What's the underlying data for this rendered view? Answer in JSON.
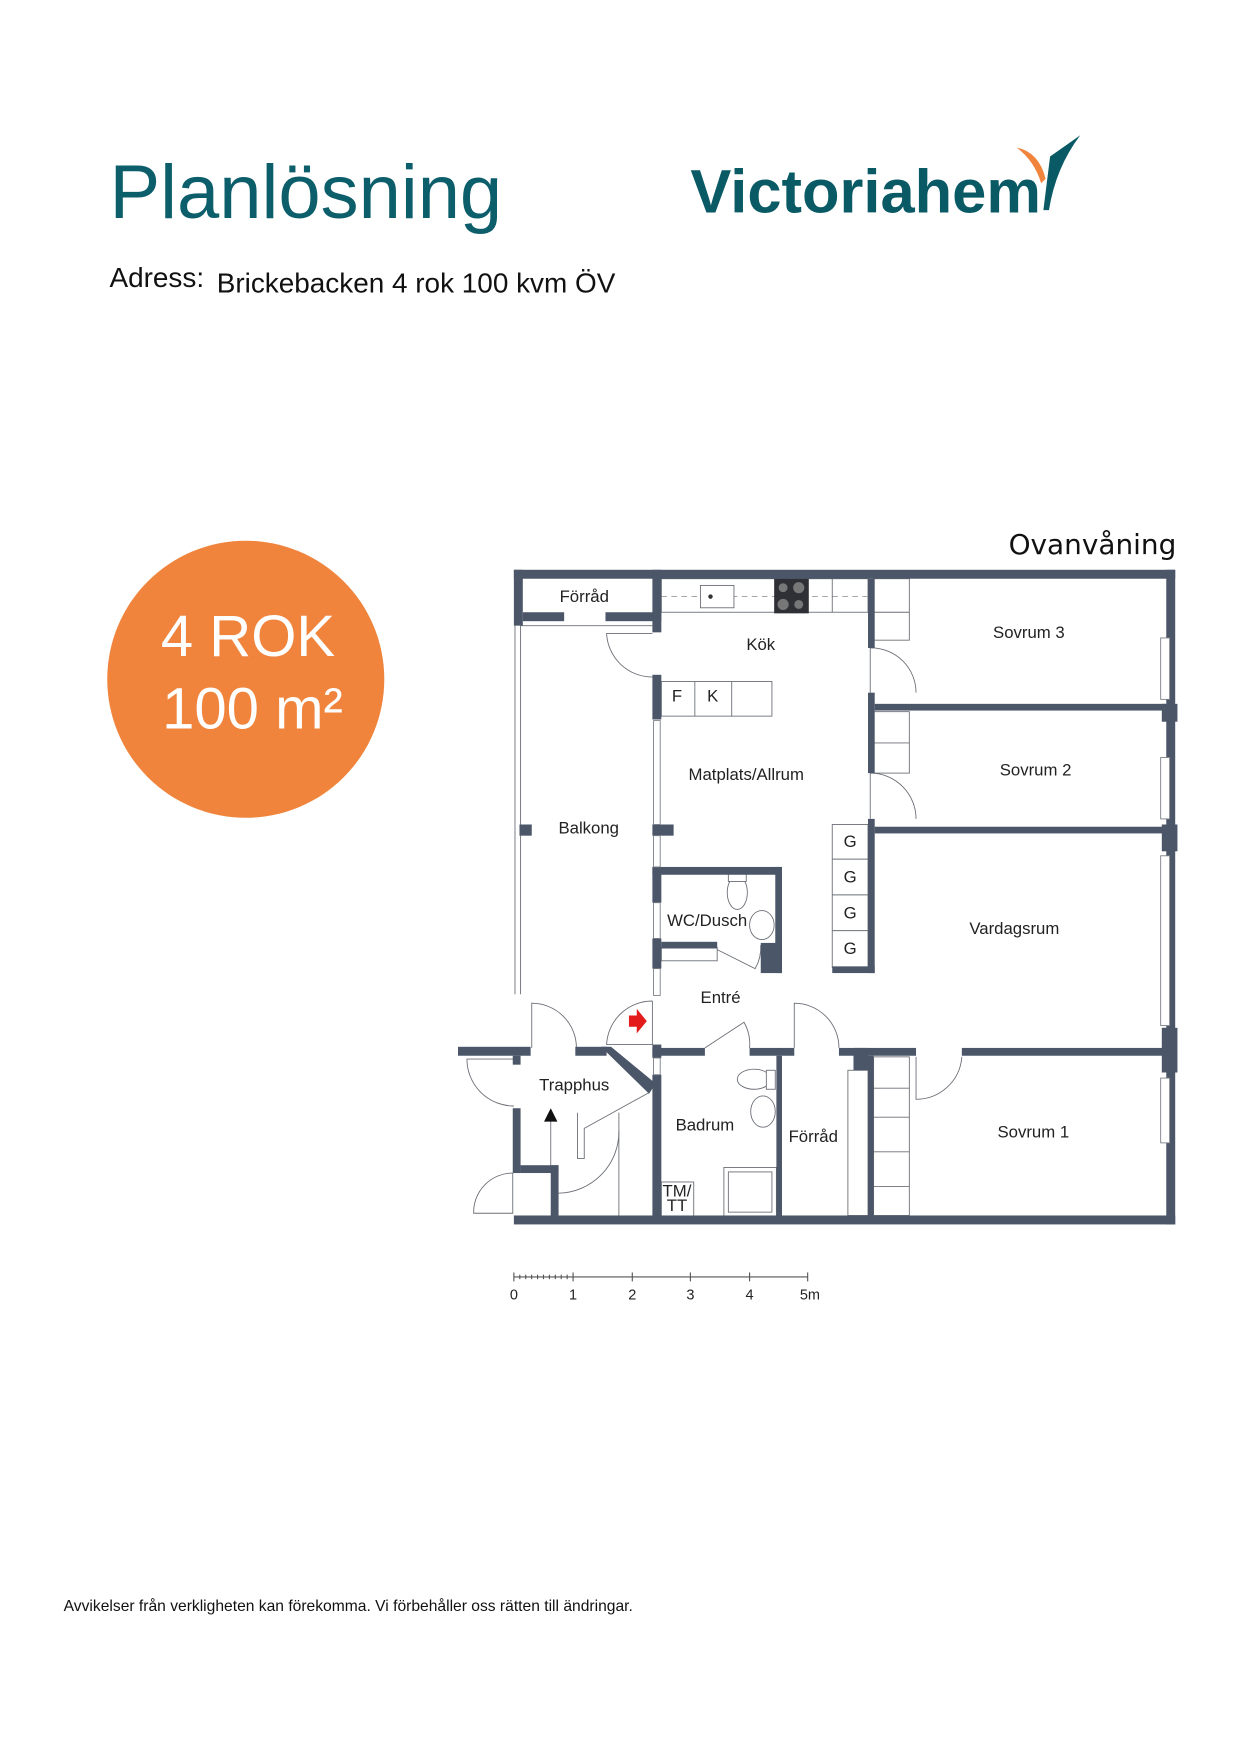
{
  "header": {
    "title": "Planlösning",
    "logo_text": "Victoriahem",
    "address_label": "Adress:",
    "address_value": "Brickebacken 4 rok 100  kvm ÖV"
  },
  "badge": {
    "line1": "4 ROK",
    "line2": "100 m²",
    "color": "#f0843c"
  },
  "plan": {
    "floor_label": "Ovanvåning",
    "rooms": {
      "forrad_top": "Förråd",
      "kok": "Kök",
      "sovrum3": "Sovrum 3",
      "sovrum2": "Sovrum 2",
      "matplats": "Matplats/Allrum",
      "balkong": "Balkong",
      "vardagsrum": "Vardagsrum",
      "wc": "WC/Dusch",
      "entre": "Entré",
      "trapphus": "Trapphus",
      "badrum": "Badrum",
      "forrad_bottom": "Förråd",
      "sovrum1": "Sovrum 1"
    },
    "fixtures": {
      "fridge": "F",
      "freezer": "K",
      "wardrobe": "G",
      "tm1": "TM/",
      "tm2": "TT"
    }
  },
  "scale_bar": {
    "labels": [
      "0",
      "1",
      "2",
      "3",
      "4",
      "5m"
    ]
  },
  "footer": {
    "disclaimer": "Avvikelser från verkligheten kan förekomma. Vi förbehåller oss rätten till ändringar."
  },
  "colors": {
    "brand": "#0d5e6b",
    "wall": "#4b5668",
    "accent": "#f0843c"
  }
}
